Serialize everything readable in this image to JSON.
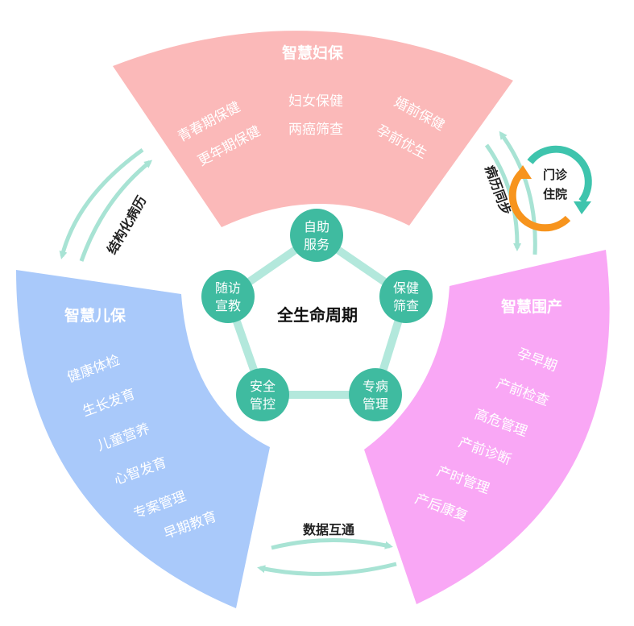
{
  "center": {
    "title": "全生命周期"
  },
  "nodes": [
    {
      "label": [
        "自助",
        "服务"
      ]
    },
    {
      "label": [
        "保健",
        "筛查"
      ]
    },
    {
      "label": [
        "专病",
        "管理"
      ]
    },
    {
      "label": [
        "安全",
        "管控"
      ]
    },
    {
      "label": [
        "随访",
        "宣教"
      ]
    }
  ],
  "sectors": {
    "maternal": {
      "title": "智慧妇保",
      "items": [
        "青春期保健",
        "更年期保健",
        "妇女保健",
        "两癌筛查",
        "婚前保健",
        "孕前优生"
      ],
      "color": "#fbb9b9"
    },
    "perinatal": {
      "title": "智慧围产",
      "items": [
        "孕早期",
        "产前检查",
        "高危管理",
        "产前诊断",
        "产时管理",
        "产后康复"
      ],
      "color": "#f9a7f5"
    },
    "child": {
      "title": "智慧儿保",
      "items": [
        "健康体检",
        "生长发育",
        "儿童营养",
        "心智发育",
        "专案管理",
        "早期教育"
      ],
      "color": "#a9c9fa"
    }
  },
  "connectors": {
    "left": "结构化病历",
    "right": "病历同步",
    "bottom": "数据互通",
    "cycle": [
      "门诊",
      "住院"
    ]
  },
  "colors": {
    "node": "#3fbba0",
    "ring": "#b3e8dc",
    "arrow": "#a8e3d4",
    "cycle_teal": "#3ec4ad",
    "cycle_orange": "#f7941d"
  }
}
